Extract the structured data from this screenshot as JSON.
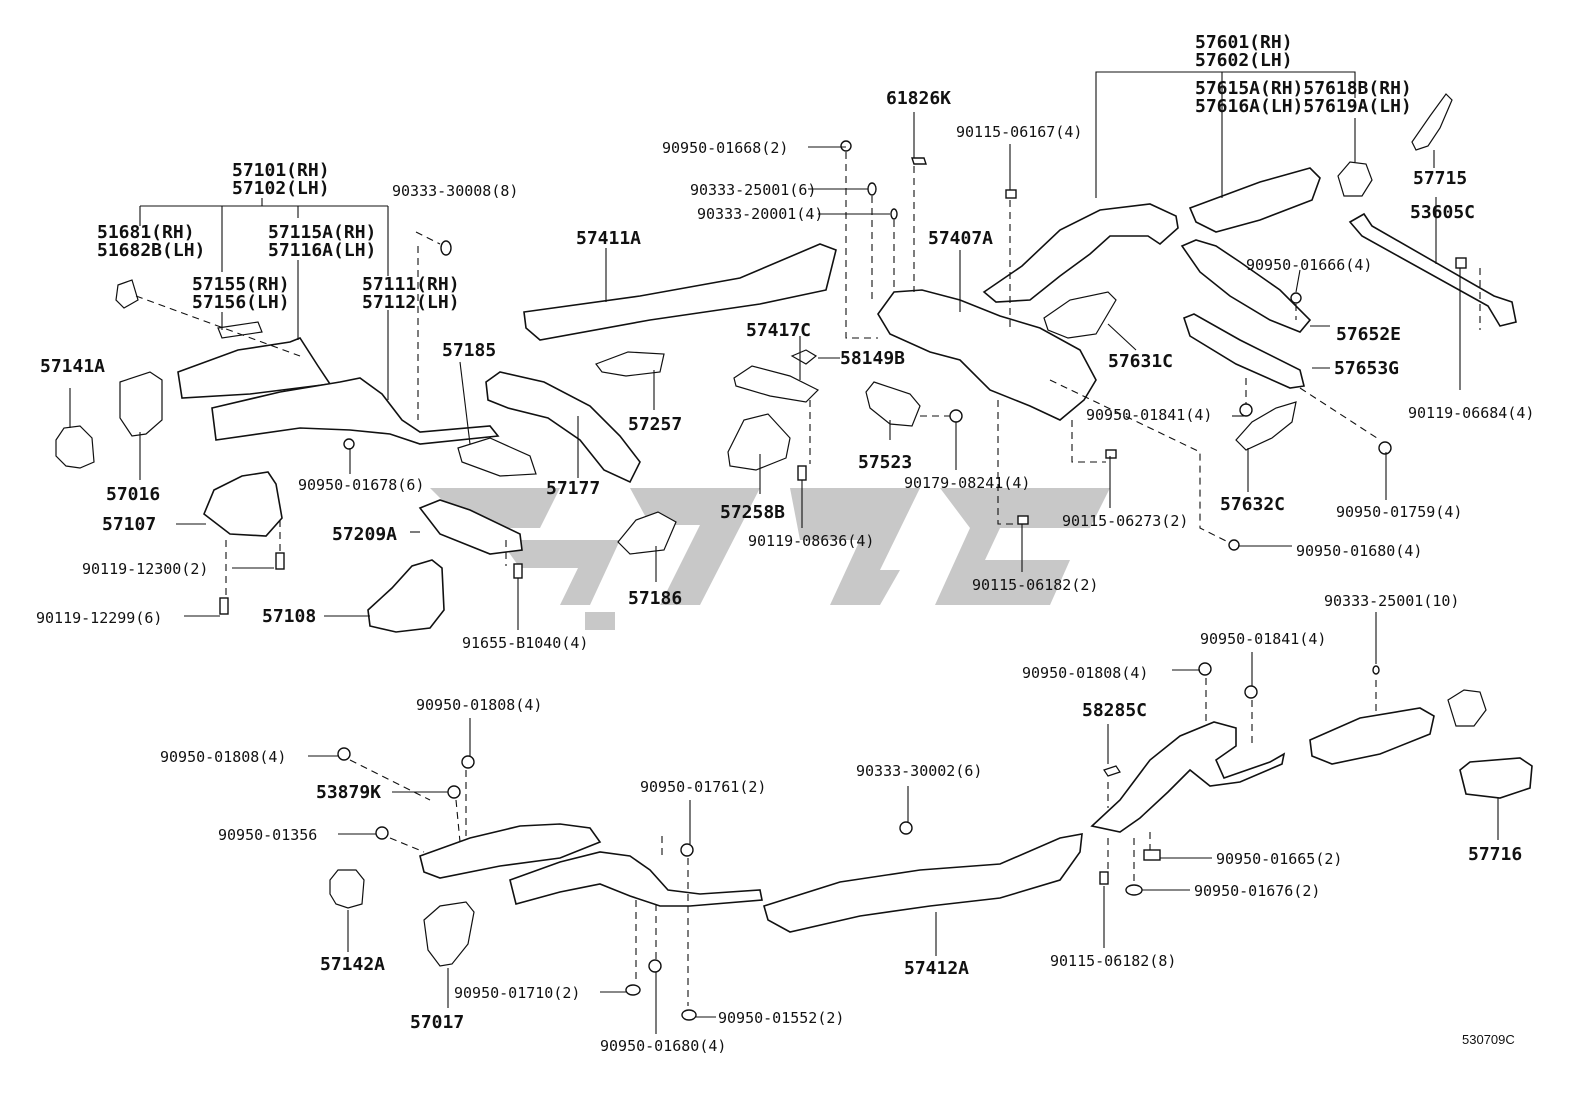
{
  "diagram": {
    "reference_code": "530709C",
    "labels": [
      {
        "id": "l1",
        "text": "57601(RH)"
      },
      {
        "id": "l2",
        "text": "57602(LH)"
      },
      {
        "id": "l3",
        "text": "57615A(RH)57618B(RH)"
      },
      {
        "id": "l4",
        "text": "57616A(LH)57619A(LH)"
      },
      {
        "id": "l5",
        "text": "61826K"
      },
      {
        "id": "l6",
        "text": "90115-06167(4)"
      },
      {
        "id": "l7",
        "text": "90950-01668(2)"
      },
      {
        "id": "l8",
        "text": "90333-25001(6)"
      },
      {
        "id": "l9",
        "text": "90333-20001(4)"
      },
      {
        "id": "l10",
        "text": "57715"
      },
      {
        "id": "l11",
        "text": "53605C"
      },
      {
        "id": "l12",
        "text": "57101(RH)"
      },
      {
        "id": "l13",
        "text": "57102(LH)"
      },
      {
        "id": "l14",
        "text": "90333-30008(8)"
      },
      {
        "id": "l15",
        "text": "51681(RH)"
      },
      {
        "id": "l16",
        "text": "51682B(LH)"
      },
      {
        "id": "l17",
        "text": "57115A(RH)"
      },
      {
        "id": "l18",
        "text": "57116A(LH)"
      },
      {
        "id": "l19",
        "text": "57411A"
      },
      {
        "id": "l20",
        "text": "57407A"
      },
      {
        "id": "l21",
        "text": "90950-01666(4)"
      },
      {
        "id": "l22",
        "text": "57155(RH)"
      },
      {
        "id": "l23",
        "text": "57156(LH)"
      },
      {
        "id": "l24",
        "text": "57111(RH)"
      },
      {
        "id": "l25",
        "text": "57112(LH)"
      },
      {
        "id": "l26",
        "text": "57652E"
      },
      {
        "id": "l27",
        "text": "57417C"
      },
      {
        "id": "l28",
        "text": "57141A"
      },
      {
        "id": "l29",
        "text": "57185"
      },
      {
        "id": "l30",
        "text": "58149B"
      },
      {
        "id": "l31",
        "text": "57631C"
      },
      {
        "id": "l32",
        "text": "57653G"
      },
      {
        "id": "l33",
        "text": "57257"
      },
      {
        "id": "l34",
        "text": "90950-01841(4)"
      },
      {
        "id": "l35",
        "text": "90119-06684(4)"
      },
      {
        "id": "l36",
        "text": "57523"
      },
      {
        "id": "l37",
        "text": "57016"
      },
      {
        "id": "l38",
        "text": "57177"
      },
      {
        "id": "l39",
        "text": "90950-01678(6)"
      },
      {
        "id": "l40",
        "text": "90179-08241(4)"
      },
      {
        "id": "l41",
        "text": "57632C"
      },
      {
        "id": "l42",
        "text": "57107"
      },
      {
        "id": "l43",
        "text": "57258B"
      },
      {
        "id": "l44",
        "text": "90950-01759(4)"
      },
      {
        "id": "l45",
        "text": "57209A"
      },
      {
        "id": "l46",
        "text": "90115-06273(2)"
      },
      {
        "id": "l47",
        "text": "90119-08636(4)"
      },
      {
        "id": "l48",
        "text": "90950-01680(4)"
      },
      {
        "id": "l49",
        "text": "90119-12300(2)"
      },
      {
        "id": "l50",
        "text": "90115-06182(2)"
      },
      {
        "id": "l51",
        "text": "57186"
      },
      {
        "id": "l52",
        "text": "57108"
      },
      {
        "id": "l53",
        "text": "90119-12299(6)"
      },
      {
        "id": "l54",
        "text": "90333-25001(10)"
      },
      {
        "id": "l55",
        "text": "91655-B1040(4)"
      },
      {
        "id": "l56",
        "text": "90950-01841(4)"
      },
      {
        "id": "l57",
        "text": "90950-01808(4)"
      },
      {
        "id": "l58",
        "text": "90950-01808(4)"
      },
      {
        "id": "l59",
        "text": "58285C"
      },
      {
        "id": "l60",
        "text": "90950-01808(4)"
      },
      {
        "id": "l61",
        "text": "53879K"
      },
      {
        "id": "l62",
        "text": "90333-30002(6)"
      },
      {
        "id": "l63",
        "text": "90950-01761(2)"
      },
      {
        "id": "l64",
        "text": "90950-01356"
      },
      {
        "id": "l65",
        "text": "90950-01665(2)"
      },
      {
        "id": "l66",
        "text": "57716"
      },
      {
        "id": "l67",
        "text": "90950-01676(2)"
      },
      {
        "id": "l68",
        "text": "57142A"
      },
      {
        "id": "l69",
        "text": "57412A"
      },
      {
        "id": "l70",
        "text": "90115-06182(8)"
      },
      {
        "id": "l71",
        "text": "90950-01710(2)"
      },
      {
        "id": "l72",
        "text": "57017"
      },
      {
        "id": "l73",
        "text": "90950-01552(2)"
      },
      {
        "id": "l74",
        "text": "90950-01680(4)"
      }
    ]
  }
}
